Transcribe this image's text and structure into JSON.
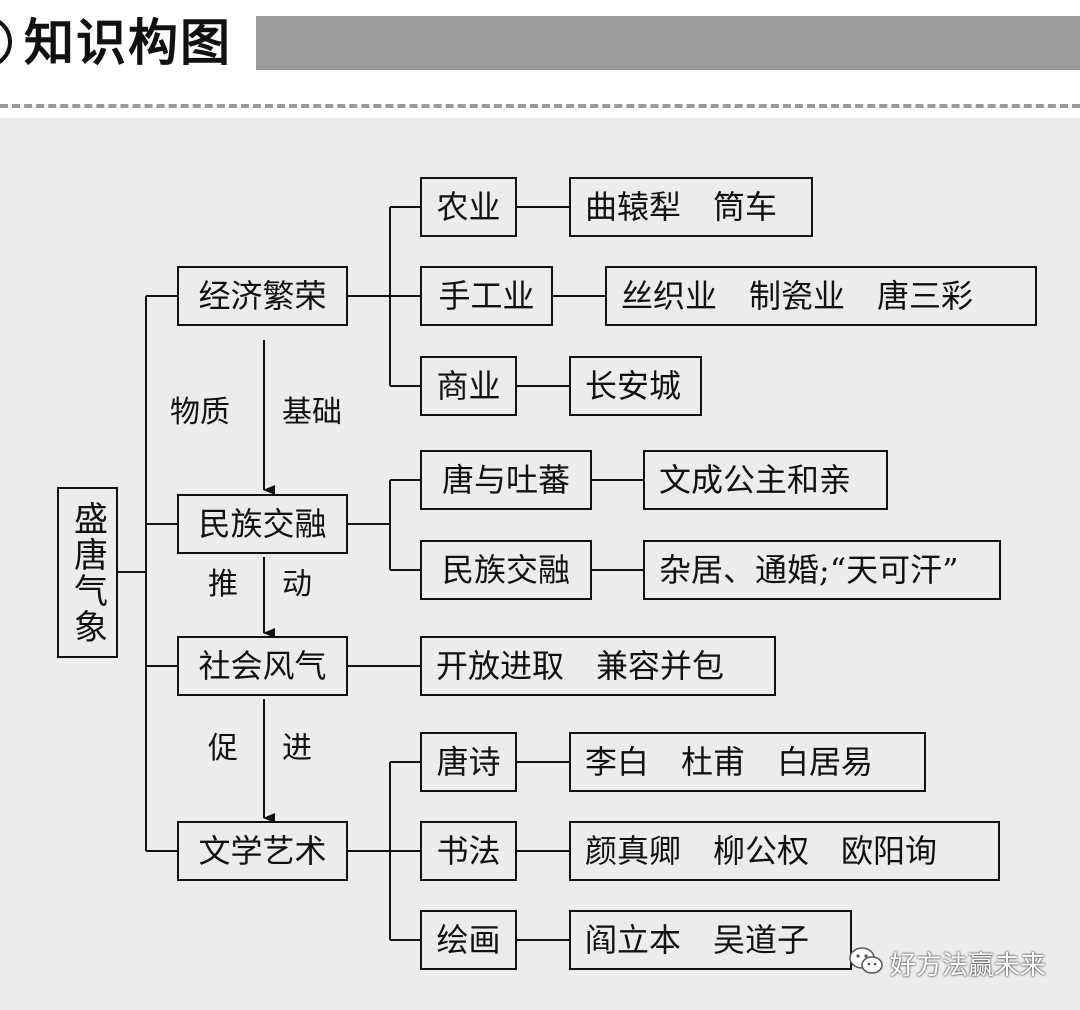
{
  "header": {
    "title": "知识构图"
  },
  "root": {
    "label": "盛唐气象"
  },
  "main": [
    {
      "label": "经济繁荣"
    },
    {
      "label": "民族交融"
    },
    {
      "label": "社会风气"
    },
    {
      "label": "文学艺术"
    }
  ],
  "arrows": {
    "a1_left": "物质",
    "a1_right": "基础",
    "a2_left": "推",
    "a2_right": "动",
    "a3_left": "促",
    "a3_right": "进"
  },
  "economy": [
    {
      "label": "农业",
      "detail": "曲辕犁　筒车"
    },
    {
      "label": "手工业",
      "detail": "丝织业　制瓷业　唐三彩"
    },
    {
      "label": "商业",
      "detail": "长安城"
    }
  ],
  "ethnic": [
    {
      "label": "唐与吐蕃",
      "detail": "文成公主和亲"
    },
    {
      "label": "民族交融",
      "detail": "杂居、通婚;“天可汗”"
    }
  ],
  "social": {
    "detail": "开放进取　兼容并包"
  },
  "arts": [
    {
      "label": "唐诗",
      "detail": "李白　杜甫　白居易"
    },
    {
      "label": "书法",
      "detail": "颜真卿　柳公权　欧阳询"
    },
    {
      "label": "绘画",
      "detail": "阎立本　吴道子"
    }
  ],
  "watermark": {
    "text": "好方法赢未来",
    "icon": "wechat-icon"
  }
}
